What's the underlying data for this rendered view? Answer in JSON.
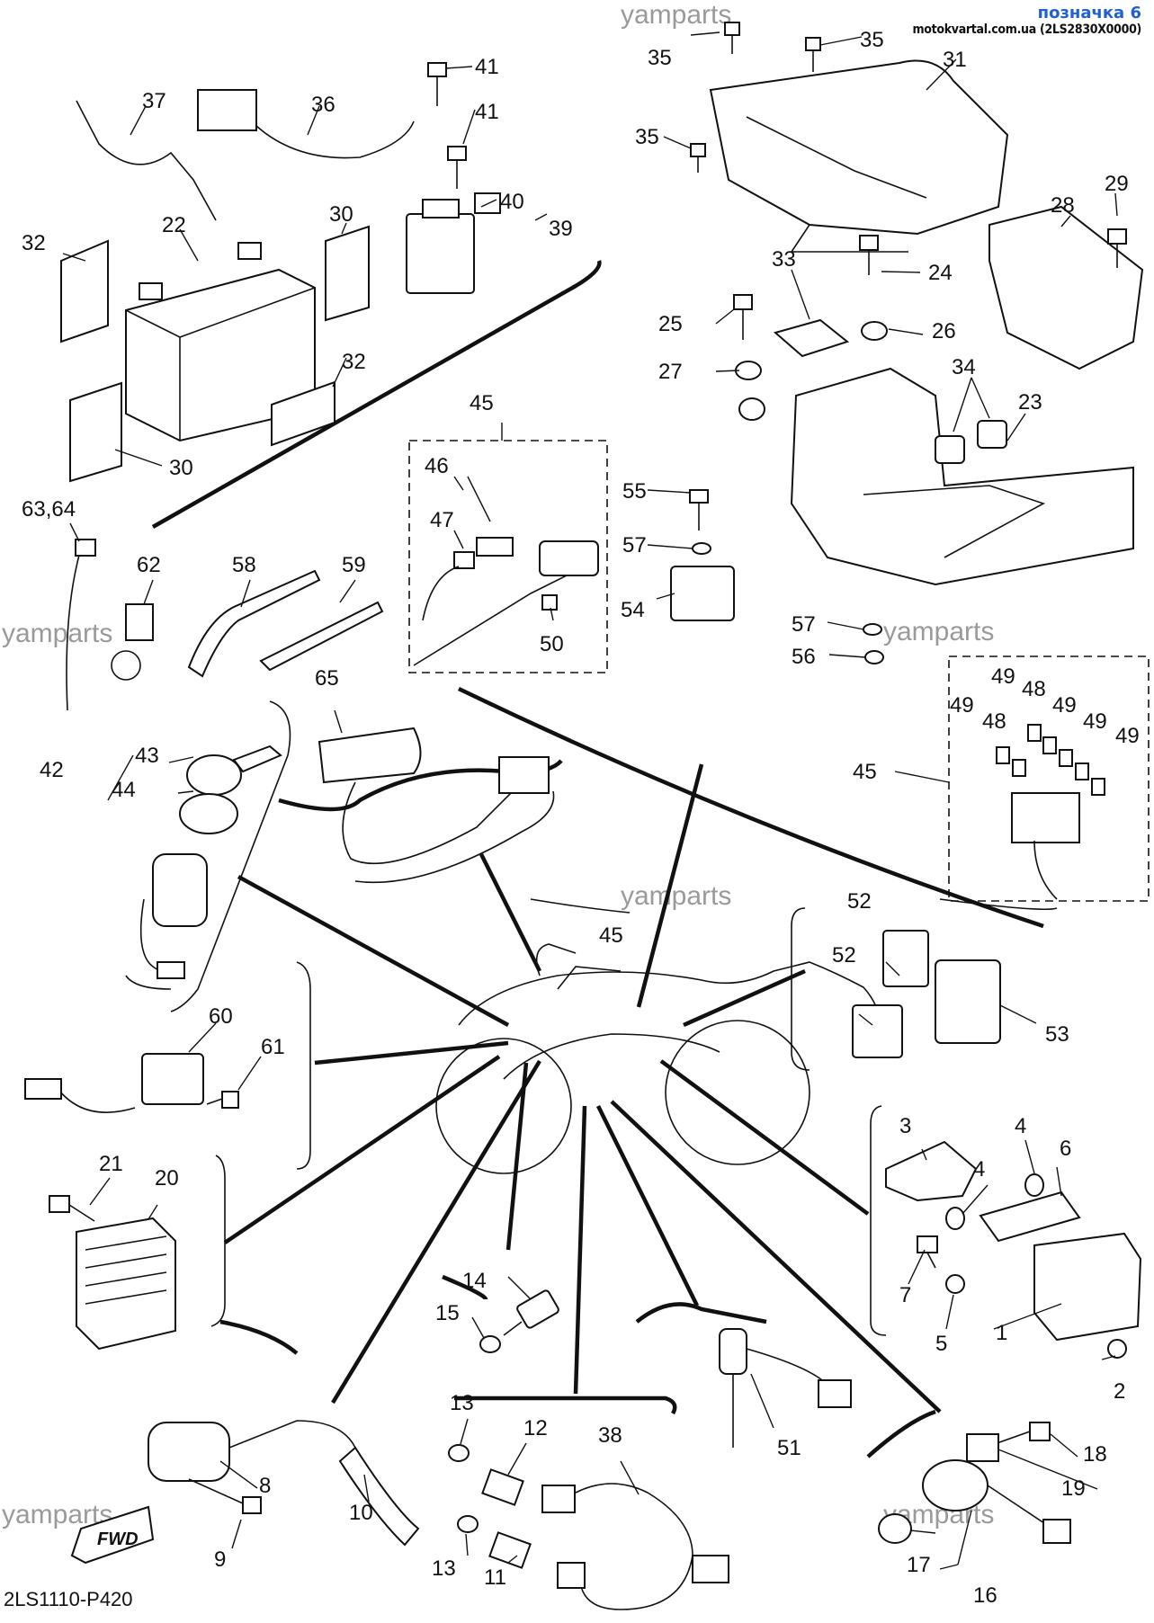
{
  "header": {
    "title": "позначка 6",
    "subtitle": "motokvartal.com.ua (2LS2830X0000)"
  },
  "watermark": "yamparts",
  "diagram_code": "2LS1110-P420",
  "fwd_label": "FWD",
  "callouts": {
    "c1": "1",
    "c2": "2",
    "c3": "3",
    "c4a": "4",
    "c4b": "4",
    "c5": "5",
    "c6": "6",
    "c7": "7",
    "c8": "8",
    "c9": "9",
    "c10": "10",
    "c11": "11",
    "c12": "12",
    "c13a": "13",
    "c13b": "13",
    "c14": "14",
    "c15": "15",
    "c16": "16",
    "c17": "17",
    "c18": "18",
    "c19": "19",
    "c20": "20",
    "c21": "21",
    "c22": "22",
    "c23": "23",
    "c24": "24",
    "c25": "25",
    "c26": "26",
    "c27": "27",
    "c28": "28",
    "c29": "29",
    "c30a": "30",
    "c30b": "30",
    "c31": "31",
    "c32a": "32",
    "c32b": "32",
    "c33": "33",
    "c34": "34",
    "c35a": "35",
    "c35b": "35",
    "c35c": "35",
    "c36": "36",
    "c37": "37",
    "c38": "38",
    "c39": "39",
    "c40": "40",
    "c41a": "41",
    "c41b": "41",
    "c42": "42",
    "c43": "43",
    "c44": "44",
    "c45a": "45",
    "c45b": "45",
    "c45c": "45",
    "c46": "46",
    "c47": "47",
    "c48a": "48",
    "c48b": "48",
    "c49a": "49",
    "c49b": "49",
    "c49c": "49",
    "c49d": "49",
    "c49e": "49",
    "c50": "50",
    "c51": "51",
    "c52a": "52",
    "c52b": "52",
    "c53": "53",
    "c54": "54",
    "c55": "55",
    "c56": "56",
    "c57a": "57",
    "c57b": "57",
    "c58": "58",
    "c59": "59",
    "c60": "60",
    "c61": "61",
    "c62": "62",
    "c6364": "63,64",
    "c65": "65"
  }
}
